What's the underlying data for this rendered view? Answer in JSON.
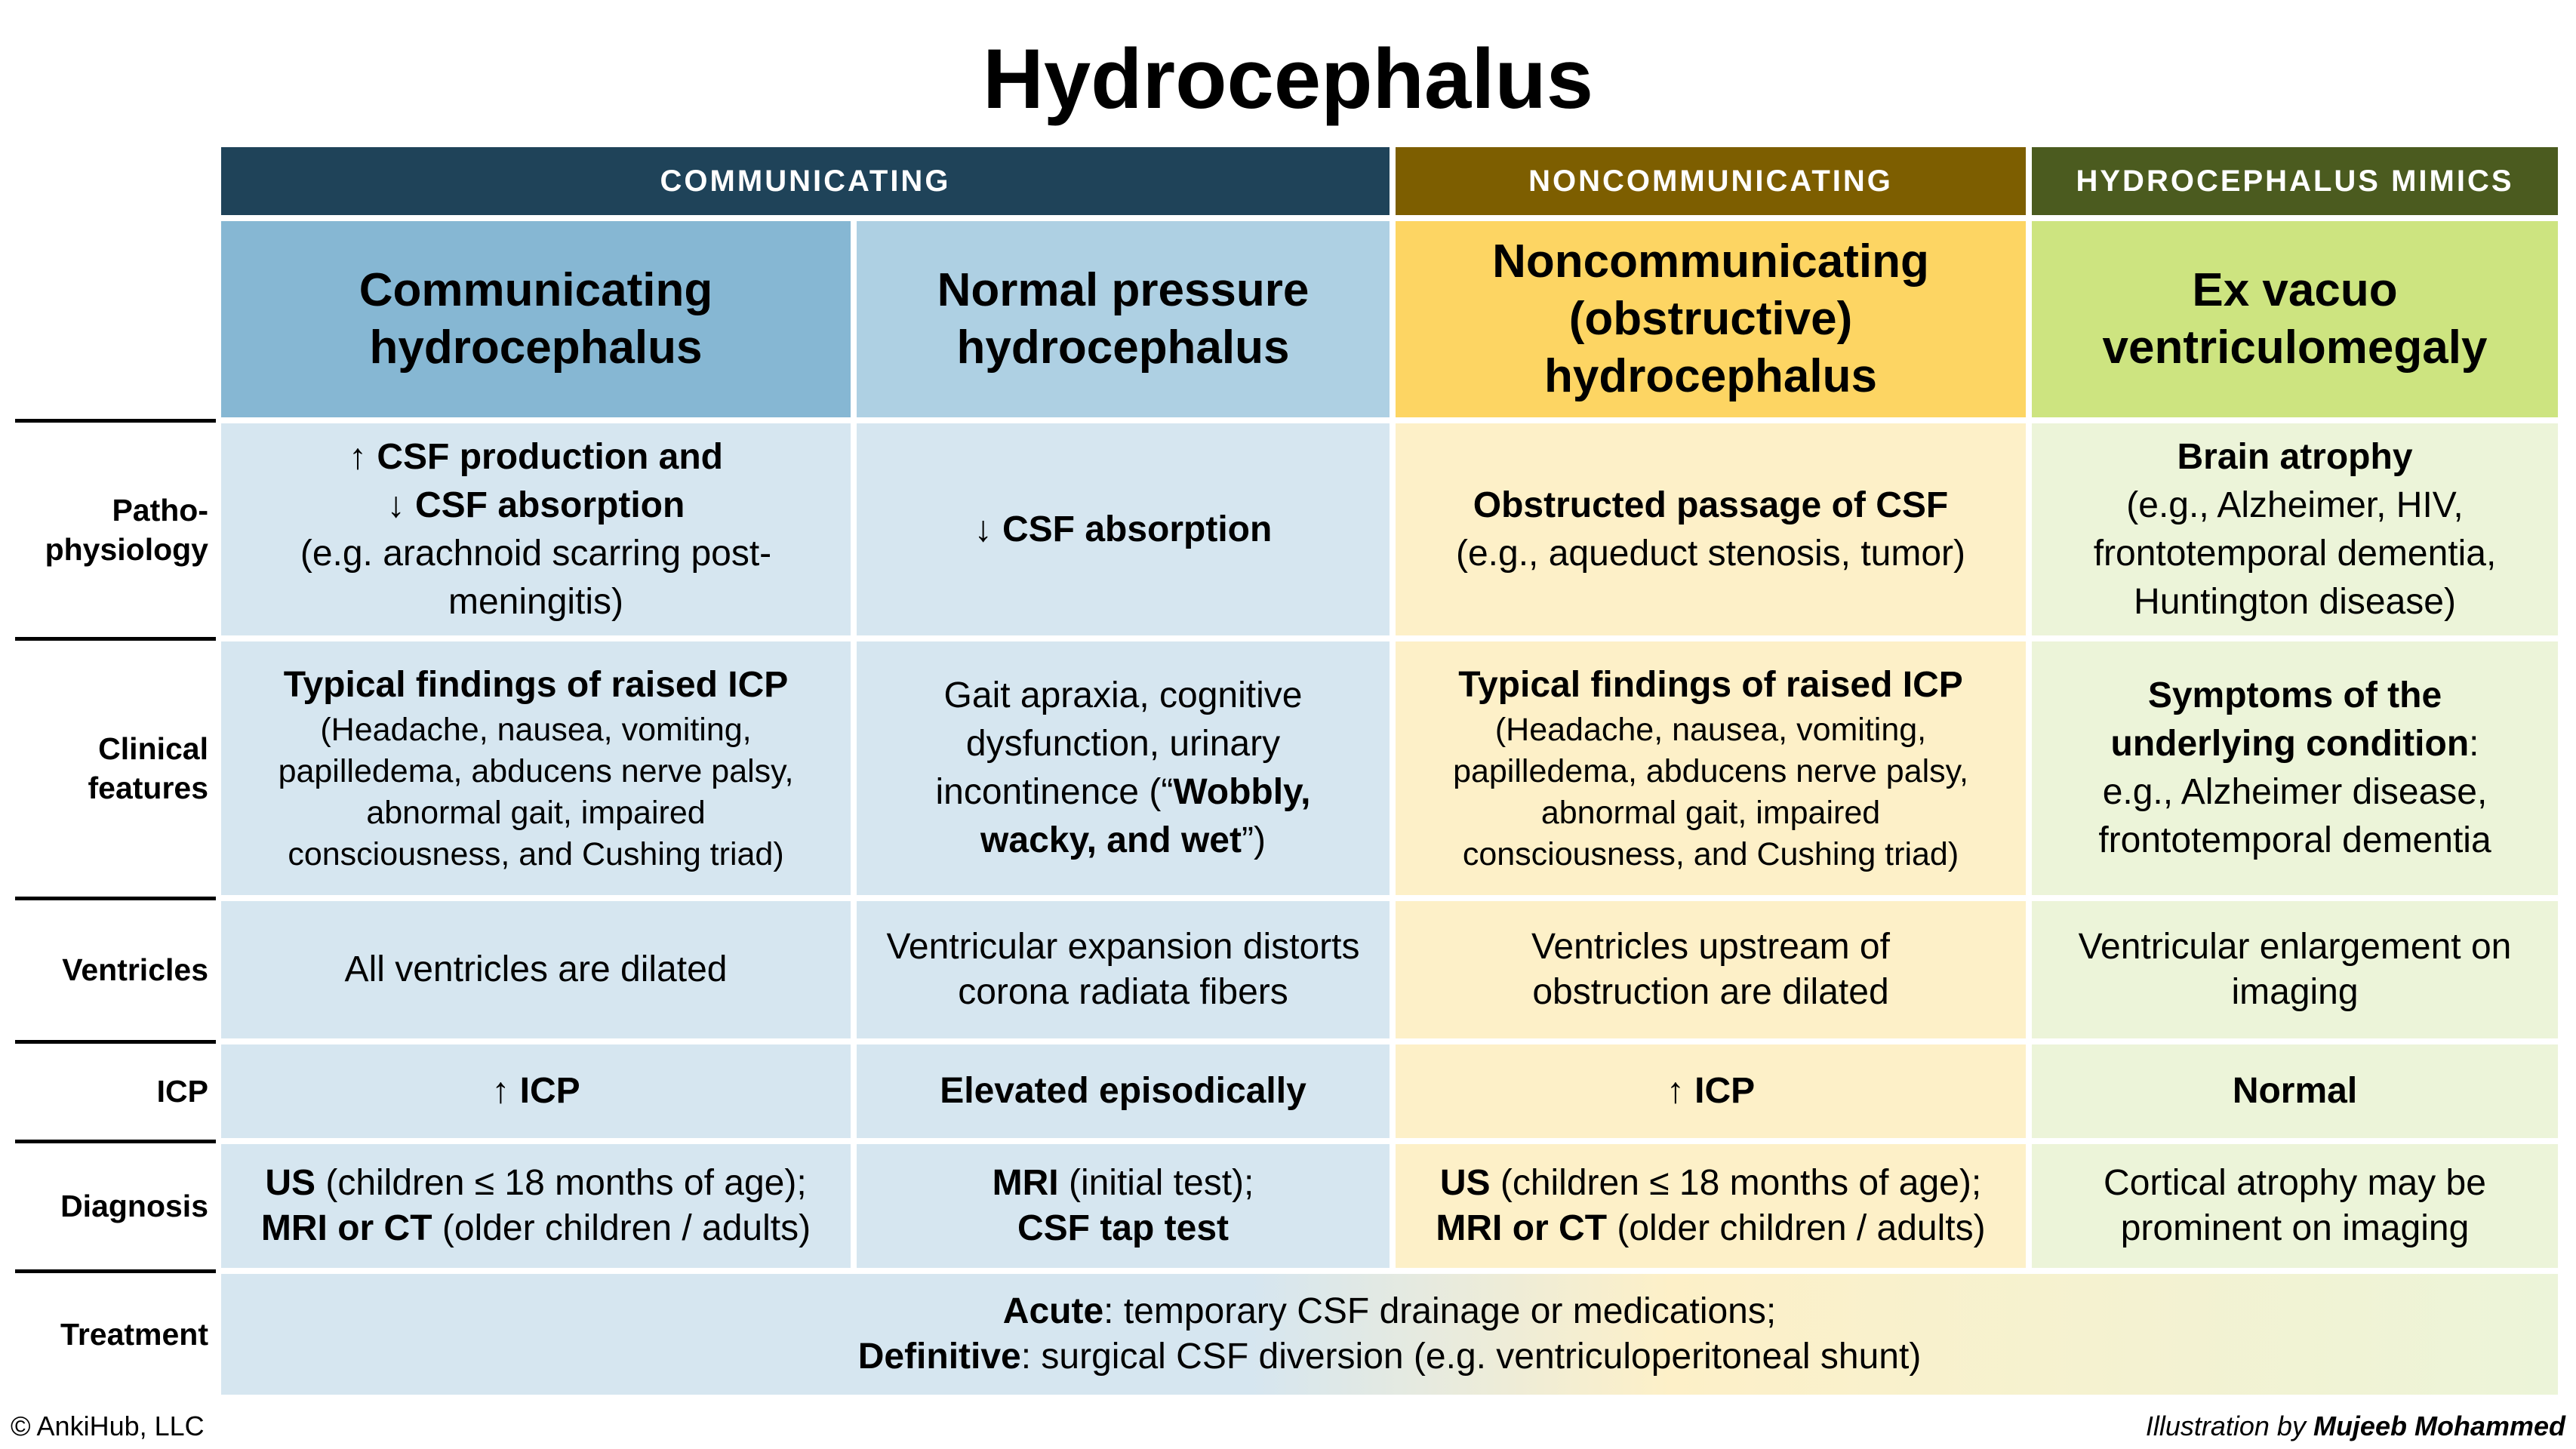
{
  "title": "Hydrocephalus",
  "colors": {
    "communicating_band": "#1f4359",
    "noncommunicating_band": "#7d5e00",
    "mimics_band": "#4b5b1f",
    "communicating_header": "#86b7d3",
    "nph_header": "#aed0e3",
    "noncommunicating_header": "#fdd563",
    "mimics_header": "#cde480",
    "blue_cell": "#d6e6f0",
    "yellow_cell": "#fdf0c8",
    "green_cell": "#ecf4d9"
  },
  "categories": {
    "communicating": "COMMUNICATING",
    "noncommunicating": "NONCOMMUNICATING",
    "mimics": "HYDROCEPHALUS MIMICS"
  },
  "headers": {
    "communicating": [
      "Communicating",
      "hydrocephalus"
    ],
    "nph": [
      "Normal pressure",
      "hydrocephalus"
    ],
    "noncommunicating": [
      "Noncommunicating",
      "(obstructive)",
      "hydrocephalus"
    ],
    "mimics": [
      "Ex vacuo",
      "ventriculomegaly"
    ]
  },
  "row_labels": {
    "pathophysiology": [
      "Patho-",
      "physiology"
    ],
    "clinical": [
      "Clinical",
      "features"
    ],
    "ventricles": "Ventricles",
    "icp": "ICP",
    "diagnosis": "Diagnosis",
    "treatment": "Treatment"
  },
  "pathophysiology": {
    "communicating": {
      "line1": "↑ CSF production and",
      "line2": "↓ CSF absorption",
      "detail": "(e.g. arachnoid scarring post-meningitis)"
    },
    "nph": "↓ CSF absorption",
    "noncommunicating": {
      "main": "Obstructed passage of CSF",
      "detail": "(e.g., aqueduct stenosis, tumor)"
    },
    "mimics": {
      "main": "Brain atrophy",
      "detail": "(e.g., Alzheimer, HIV, frontotemporal dementia, Huntington disease)"
    }
  },
  "clinical": {
    "communicating": {
      "main": "Typical findings of raised ICP",
      "detail": "(Headache, nausea, vomiting, papilledema, abducens nerve palsy, abnormal gait, impaired consciousness, and Cushing triad)"
    },
    "nph": {
      "text": "Gait apraxia, cognitive dysfunction, urinary incontinence (“",
      "bold": "Wobbly, wacky, and wet",
      "end": "”)"
    },
    "noncommunicating": {
      "main": "Typical findings of raised ICP",
      "detail": "(Headache, nausea, vomiting, papilledema, abducens nerve palsy, abnormal gait, impaired consciousness, and Cushing triad)"
    },
    "mimics": {
      "main": "Symptoms of the underlying condition",
      "colon": ":",
      "detail": "e.g., Alzheimer disease, frontotemporal dementia"
    }
  },
  "ventricles": {
    "communicating": "All ventricles are dilated",
    "nph": "Ventricular expansion distorts corona radiata fibers",
    "noncommunicating": "Ventricles upstream of obstruction are dilated",
    "mimics": "Ventricular enlargement on imaging"
  },
  "icp": {
    "communicating": "↑ ICP",
    "nph": "Elevated episodically",
    "noncommunicating": "↑ ICP",
    "mimics": "Normal"
  },
  "diagnosis": {
    "communicating": {
      "b1": "US",
      "t1": " (children ≤ 18 months of age);",
      "b2": "MRI or CT",
      "t2": " (older children / adults)"
    },
    "nph": {
      "b1": "MRI",
      "t1": " (initial test);",
      "b2": "CSF tap test"
    },
    "noncommunicating": {
      "b1": "US",
      "t1": " (children ≤ 18 months of age);",
      "b2": "MRI or CT",
      "t2": " (older children / adults)"
    },
    "mimics": "Cortical atrophy may be prominent on imaging"
  },
  "treatment": {
    "b1": "Acute",
    "t1": ": temporary CSF drainage or medications;",
    "b2": "Definitive",
    "t2": ": surgical CSF diversion (e.g. ventriculoperitoneal shunt)"
  },
  "footer": {
    "copyright": "© AnkiHub, LLC",
    "credit_prefix": "Illustration by ",
    "credit_name": "Mujeeb Mohammed"
  }
}
